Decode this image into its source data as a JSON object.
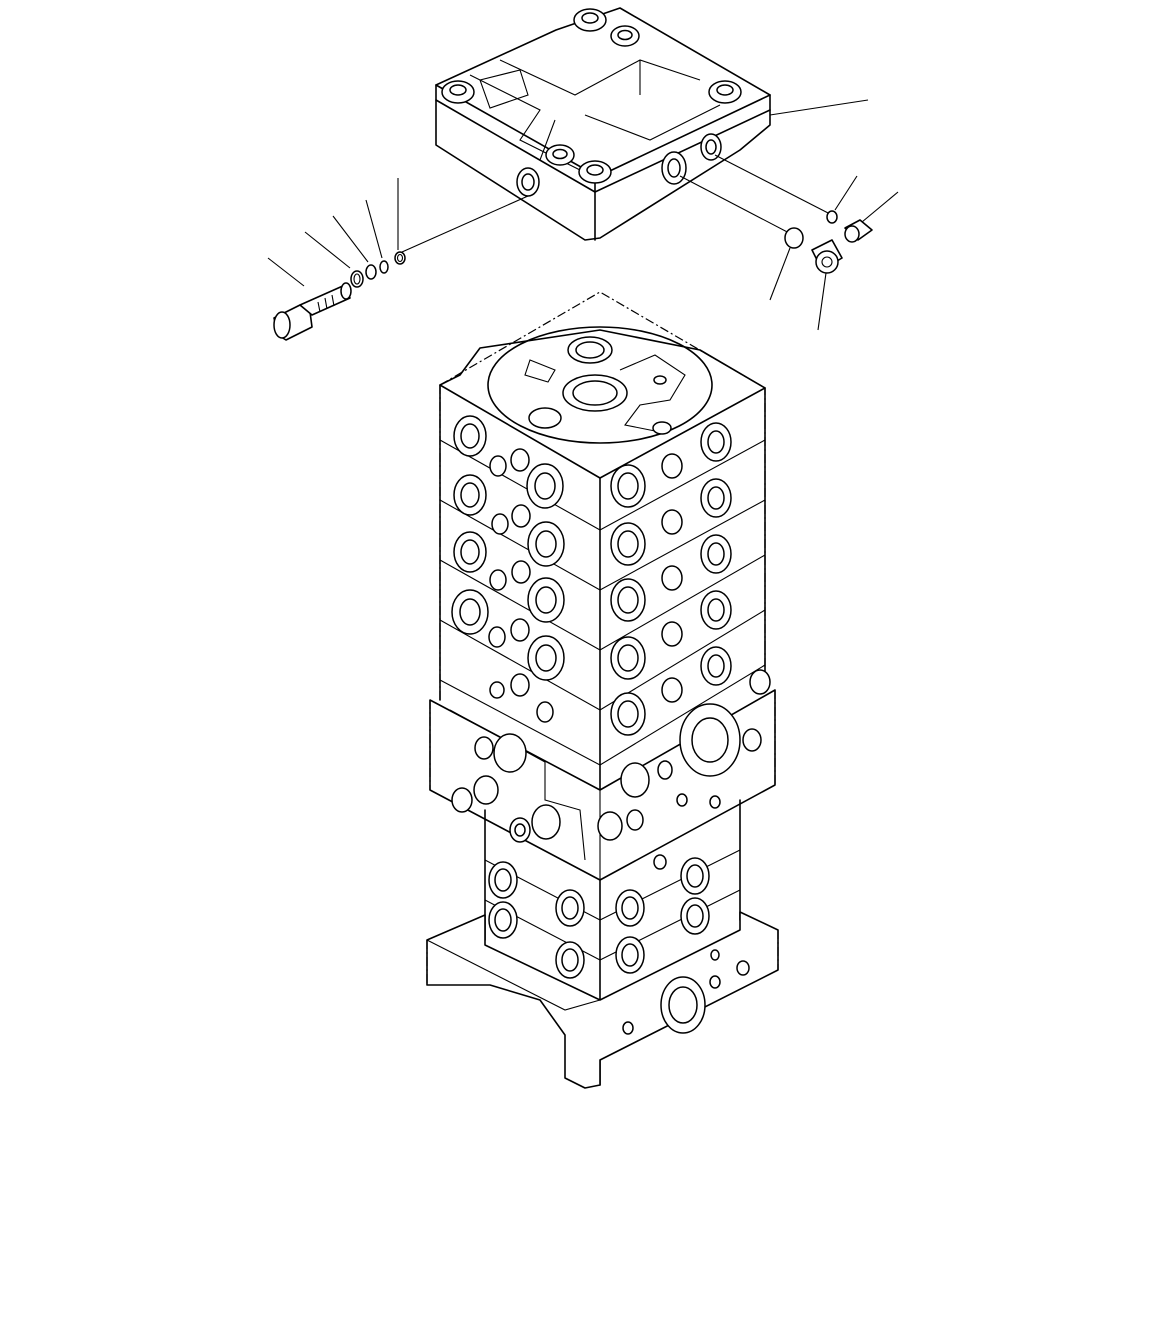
{
  "diagram": {
    "colors": {
      "background": "#ffffff",
      "line": "#000000"
    },
    "parts": [
      {
        "name": "valve-cover"
      },
      {
        "name": "relief-valve-plug"
      },
      {
        "name": "backup-ring"
      },
      {
        "name": "o-ring"
      },
      {
        "name": "o-ring-small"
      },
      {
        "name": "o-ring-port"
      },
      {
        "name": "plug-small"
      },
      {
        "name": "plug-large"
      },
      {
        "name": "control-valve-body"
      }
    ]
  }
}
